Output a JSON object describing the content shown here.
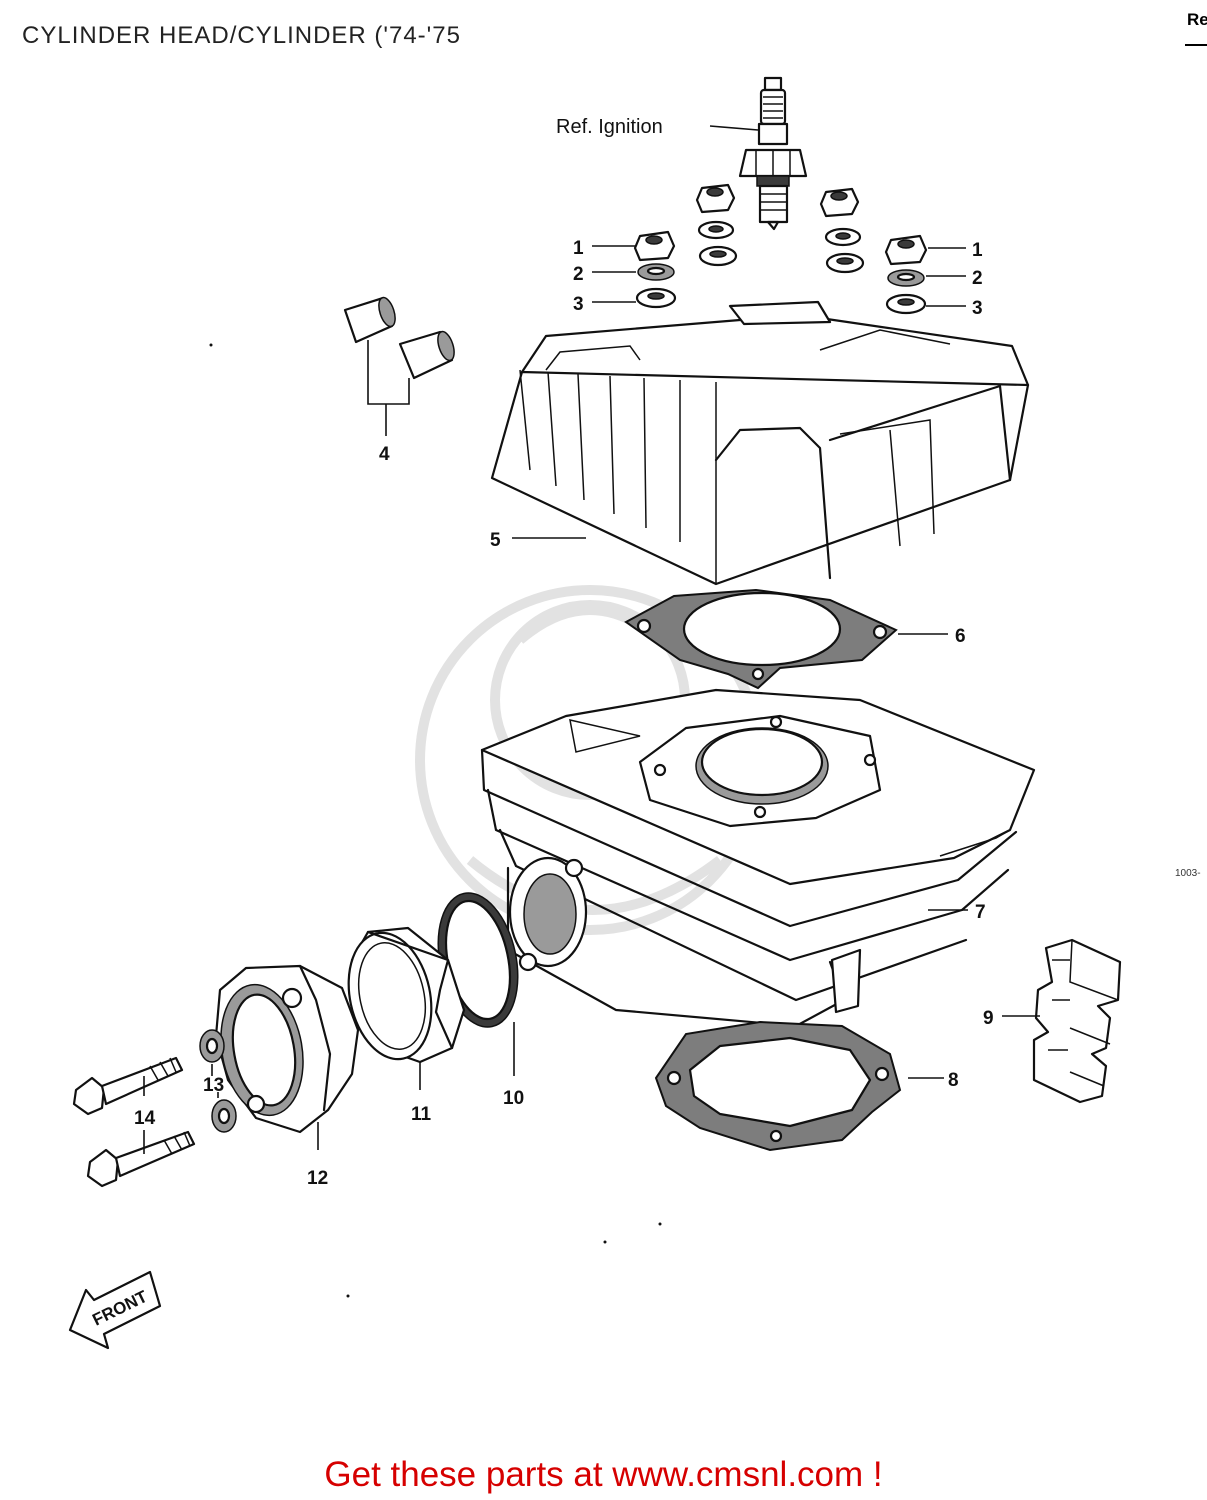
{
  "title": "CYLINDER HEAD/CYLINDER ('74-'75",
  "corner_ref": "Re",
  "ref_ignition": "Ref.  Ignition",
  "labels": {
    "l1a": "1",
    "l2a": "2",
    "l3a": "3",
    "l1b": "1",
    "l2b": "2",
    "l3b": "3",
    "l4": "4",
    "l5": "5",
    "l6": "6",
    "l7": "7",
    "l8": "8",
    "l9": "9",
    "l10": "10",
    "l11": "11",
    "l12": "12",
    "l13": "13",
    "l14": "14"
  },
  "front_label": "FRONT",
  "diagram_code": "1003-",
  "footer": "Get these parts at www.cmsnl.com !",
  "colors": {
    "footer": "#d60000",
    "ink": "#111111",
    "watermark": "#e2e2e2"
  }
}
